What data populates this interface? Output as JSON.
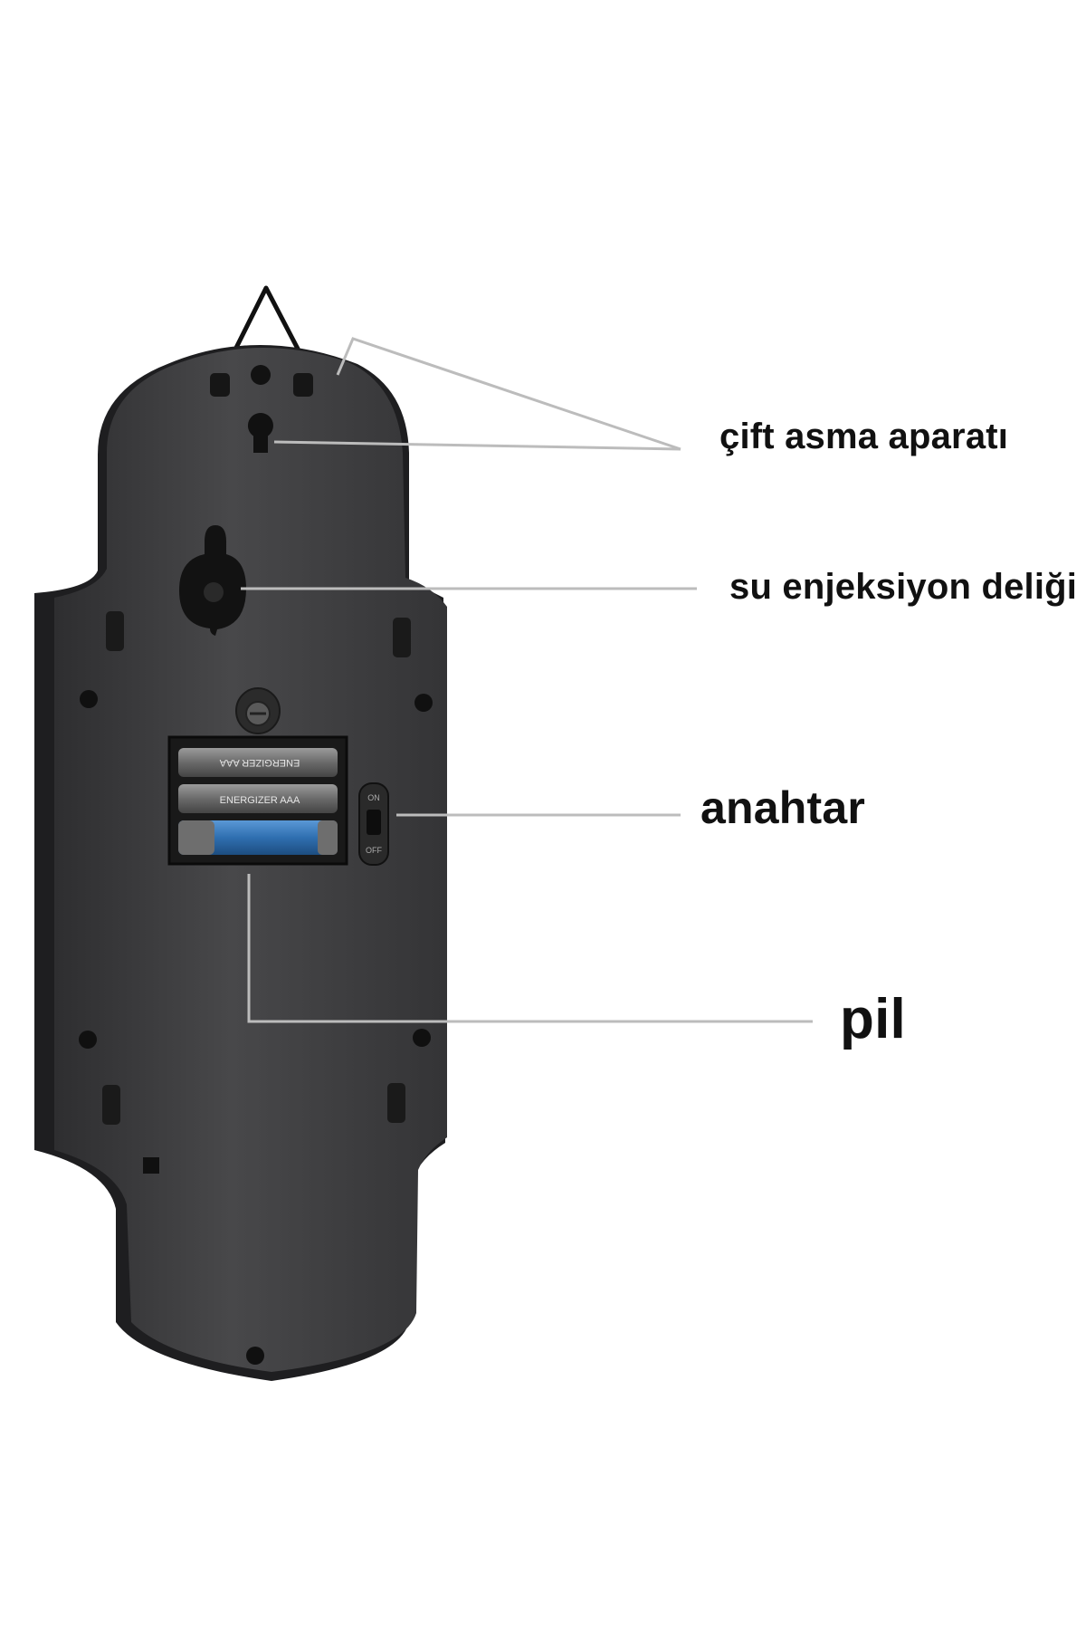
{
  "callouts": {
    "hanging": "çift asma aparatı",
    "water_hole": "su enjeksiyon deliği",
    "switch": "anahtar",
    "battery": "pil"
  },
  "battery_labels": {
    "cell_1": "ENERGIZER AAA",
    "cell_2": "ENERGIZER AAA"
  },
  "switch_labels": {
    "on": "ON",
    "off": "OFF"
  },
  "colors": {
    "device_body": "#3b3b3d",
    "device_edge": "#1e1e20",
    "battery_blue": "#2f6fb0",
    "callout_line": "#bcbcbc",
    "text": "#111111"
  }
}
